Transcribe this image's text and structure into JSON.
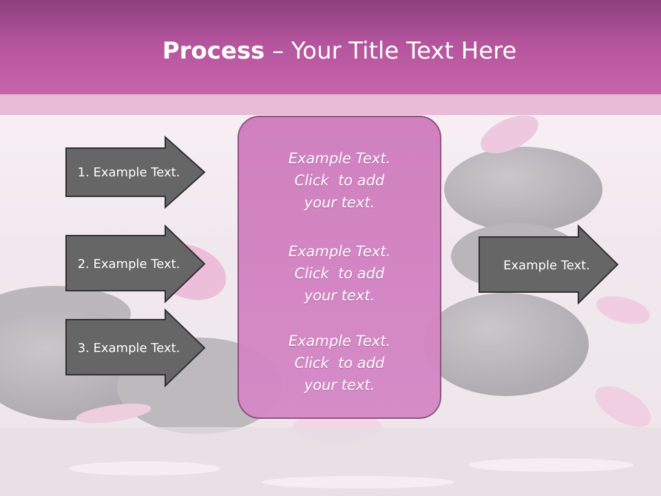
{
  "title": {
    "bold": "Process",
    "rest": " – Your Title Text Here"
  },
  "left_arrows": [
    {
      "label": "1. Example Text."
    },
    {
      "label": "2. Example Text."
    },
    {
      "label": "3. Example Text."
    }
  ],
  "right_arrow": {
    "label": "Example Text."
  },
  "center_box": {
    "blocks": [
      {
        "line1": "Example Text.",
        "line2": "Click  to add",
        "line3": "your text."
      },
      {
        "line1": "Example Text.",
        "line2": "Click  to add",
        "line3": "your text."
      },
      {
        "line1": "Example Text.",
        "line2": "Click  to add",
        "line3": "your text."
      }
    ]
  },
  "colors": {
    "header": "#b4549c",
    "arrow_fill": "#666666",
    "box_fill": "#d489c6",
    "box_border": "#8e4a78"
  }
}
